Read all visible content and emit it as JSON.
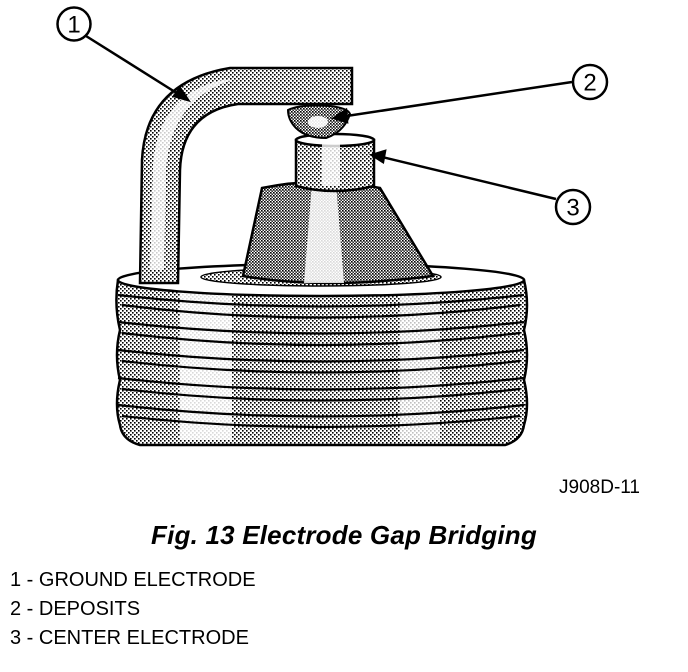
{
  "figure": {
    "code": "J908D-11",
    "caption": "Fig. 13 Electrode Gap Bridging"
  },
  "callouts": [
    {
      "number": "1"
    },
    {
      "number": "2"
    },
    {
      "number": "3"
    }
  ],
  "legend": [
    {
      "text": "1 - GROUND ELECTRODE"
    },
    {
      "text": "2 - DEPOSITS"
    },
    {
      "text": "3 - CENTER ELECTRODE"
    }
  ]
}
